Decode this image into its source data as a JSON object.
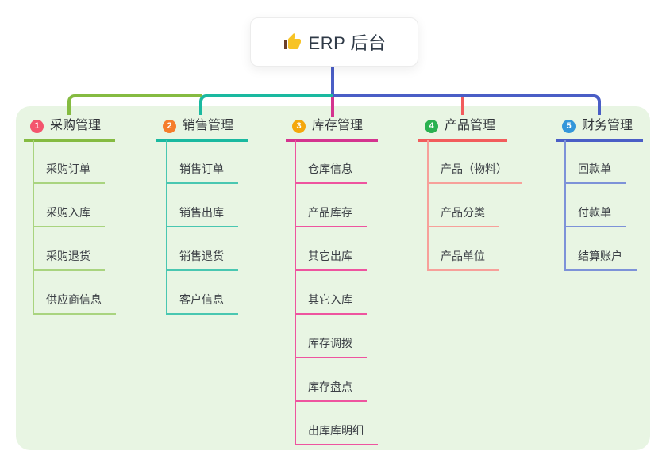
{
  "root": {
    "title": "ERP 后台",
    "icon": "thumbs-up-icon"
  },
  "colors": {
    "page_background": "#ffffff",
    "panel_background": "#e8f5e3",
    "root_line": "#4a5ec6",
    "card_border": "#ececec",
    "node_text": "#303338",
    "child_text": "#3b3f45"
  },
  "branches": [
    {
      "number": "1",
      "label": "采购管理",
      "badge_color": "#f3556e",
      "line_color": "#85bb41",
      "child_line_color": "#a9d47f",
      "children": [
        "采购订单",
        "采购入库",
        "采购退货",
        "供应商信息"
      ]
    },
    {
      "number": "2",
      "label": "销售管理",
      "badge_color": "#f57d2c",
      "line_color": "#1ab9a0",
      "child_line_color": "#49c7b1",
      "children": [
        "销售订单",
        "销售出库",
        "销售退货",
        "客户信息"
      ]
    },
    {
      "number": "3",
      "label": "库存管理",
      "badge_color": "#f4a70c",
      "line_color": "#d4348f",
      "child_line_color": "#ee549f",
      "children": [
        "仓库信息",
        "产品库存",
        "其它出库",
        "其它入库",
        "库存调拨",
        "库存盘点",
        "出库库明细"
      ]
    },
    {
      "number": "4",
      "label": "产品管理",
      "badge_color": "#2ab150",
      "line_color": "#f25c5c",
      "child_line_color": "#f7a09a",
      "children": [
        "产品（物料）",
        "产品分类",
        "产品单位"
      ]
    },
    {
      "number": "5",
      "label": "财务管理",
      "badge_color": "#3396da",
      "line_color": "#4a5ec6",
      "child_line_color": "#7d92d8",
      "children": [
        "回款单",
        "付款单",
        "结算账户"
      ]
    }
  ]
}
